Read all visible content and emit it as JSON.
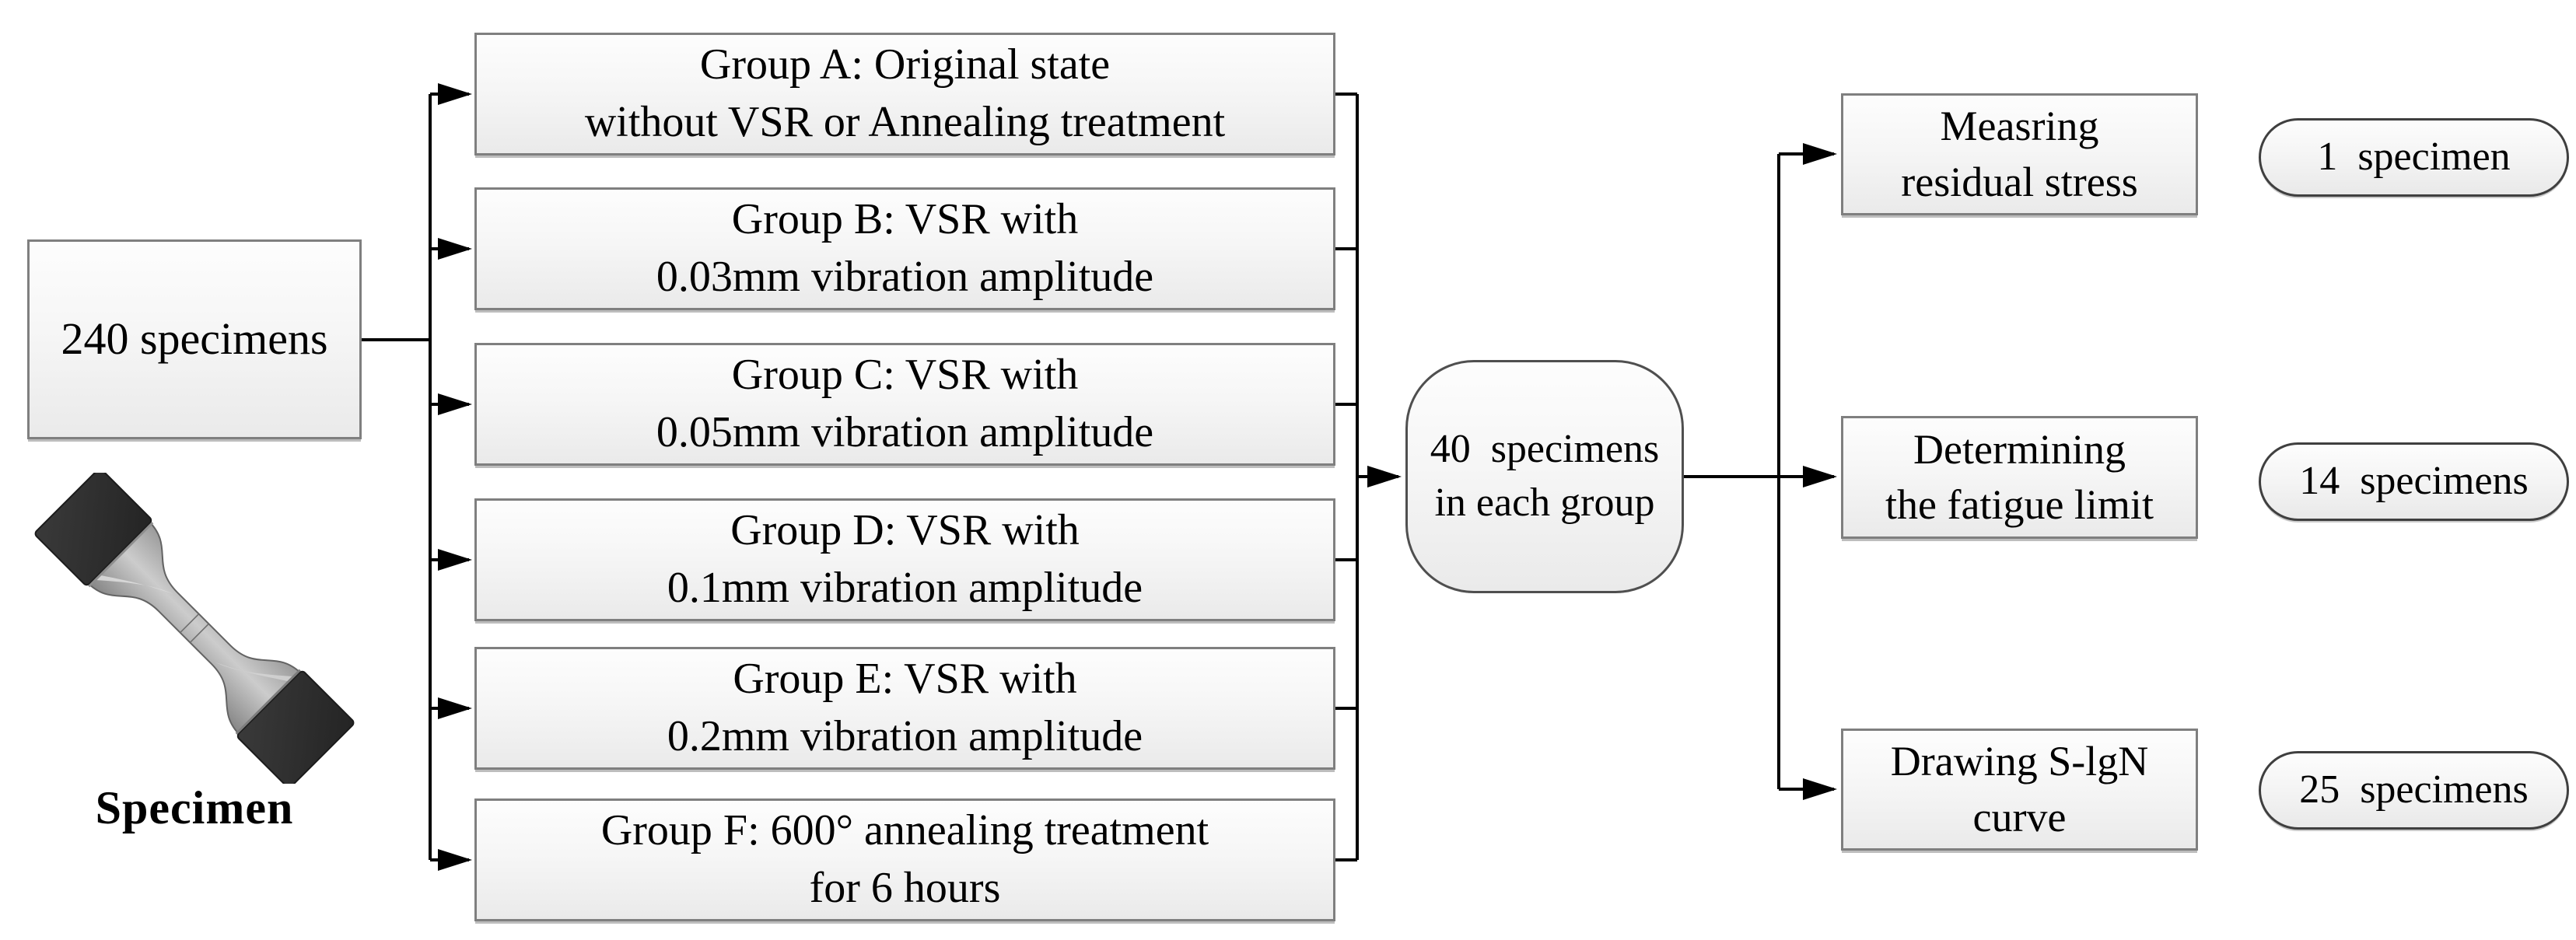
{
  "source_label": "240 specimens",
  "specimen_caption": "Specimen",
  "groups": [
    {
      "line1": "Group A: Original state",
      "line2": "without VSR or Annealing treatment"
    },
    {
      "line1": "Group B: VSR with",
      "line2": "0.03mm vibration amplitude"
    },
    {
      "line1": "Group C: VSR with",
      "line2": "0.05mm vibration amplitude"
    },
    {
      "line1": "Group D: VSR with",
      "line2": "0.1mm vibration amplitude"
    },
    {
      "line1": "Group E: VSR with",
      "line2": "0.2mm vibration amplitude"
    },
    {
      "line1": "Group F: 600° annealing treatment",
      "line2": "for 6 hours"
    }
  ],
  "allocation": {
    "line1": "40  specimens",
    "line2": "in each group"
  },
  "tests": [
    {
      "line1": "Measring",
      "line2": "residual stress",
      "count": "1  specimen"
    },
    {
      "line1": "Determining",
      "line2": "the fatigue limit",
      "count": "14  specimens"
    },
    {
      "line1": "Drawing S-lgN",
      "line2": "curve",
      "count": "25  specimens"
    }
  ],
  "colors": {
    "connector": "#000000",
    "box_border": "#7f7f7f",
    "box_fill_top": "#fdfdfd",
    "box_fill_bottom": "#eaeaea",
    "pill_border": "#3f3f3f",
    "specimen_grip": "#2f2f2f",
    "specimen_body": "#b5b5b5"
  }
}
